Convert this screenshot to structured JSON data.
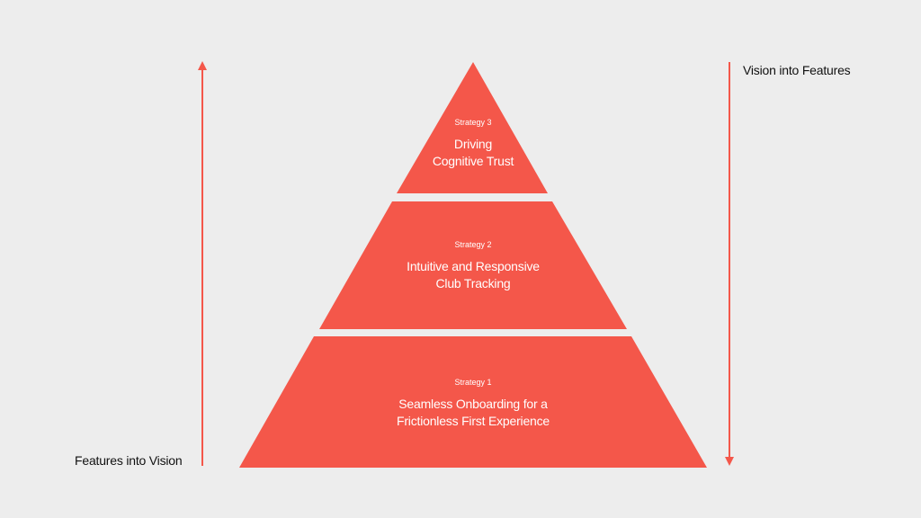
{
  "colors": {
    "background": "#ededed",
    "accent": "#f4574a",
    "text": "#111111",
    "tier_text": "#ffffff"
  },
  "arrows": {
    "right": {
      "label": "Vision into Features",
      "direction": "down"
    },
    "left": {
      "label": "Features into Vision",
      "direction": "up"
    }
  },
  "tiers": [
    {
      "kicker": "Strategy 3",
      "title": "Driving\nCognitive Trust"
    },
    {
      "kicker": "Strategy 2",
      "title": "Intuitive and Responsive\nClub Tracking"
    },
    {
      "kicker": "Strategy 1",
      "title": "Seamless Onboarding for a\nFrictionless First Experience"
    }
  ]
}
